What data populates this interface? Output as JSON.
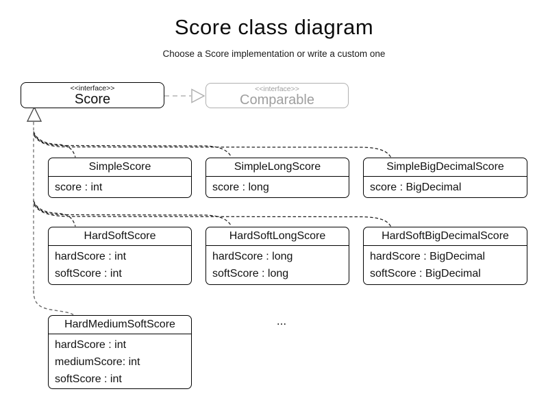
{
  "header": {
    "title": "Score class diagram",
    "subtitle": "Choose a Score implementation or write a custom one"
  },
  "interfaces": {
    "score": {
      "stereotype": "<<interface>>",
      "name": "Score"
    },
    "comparable": {
      "stereotype": "<<interface>>",
      "name": "Comparable"
    }
  },
  "classes": [
    {
      "name": "SimpleScore",
      "attributes": [
        "score : int"
      ]
    },
    {
      "name": "SimpleLongScore",
      "attributes": [
        "score : long"
      ]
    },
    {
      "name": "SimpleBigDecimalScore",
      "attributes": [
        "score : BigDecimal"
      ]
    },
    {
      "name": "HardSoftScore",
      "attributes": [
        "hardScore : int",
        "softScore : int"
      ]
    },
    {
      "name": "HardSoftLongScore",
      "attributes": [
        "hardScore : long",
        "softScore : long"
      ]
    },
    {
      "name": "HardSoftBigDecimalScore",
      "attributes": [
        "hardScore : BigDecimal",
        "softScore : BigDecimal"
      ]
    },
    {
      "name": "HardMediumSoftScore",
      "attributes": [
        "hardScore : int",
        "mediumScore: int",
        "softScore : int"
      ]
    }
  ],
  "ellipsis": "...",
  "relations": {
    "realization": "Score ..|> Comparable",
    "inheritance": "all score classes ..|> Score"
  },
  "colors": {
    "class_border": "#000000",
    "muted_gray": "#9e9e9e",
    "muted_border": "#b0b0b0",
    "connector_gray": "#8a8a8a",
    "connector_dark": "#1c1c1c",
    "background": "#ffffff"
  }
}
